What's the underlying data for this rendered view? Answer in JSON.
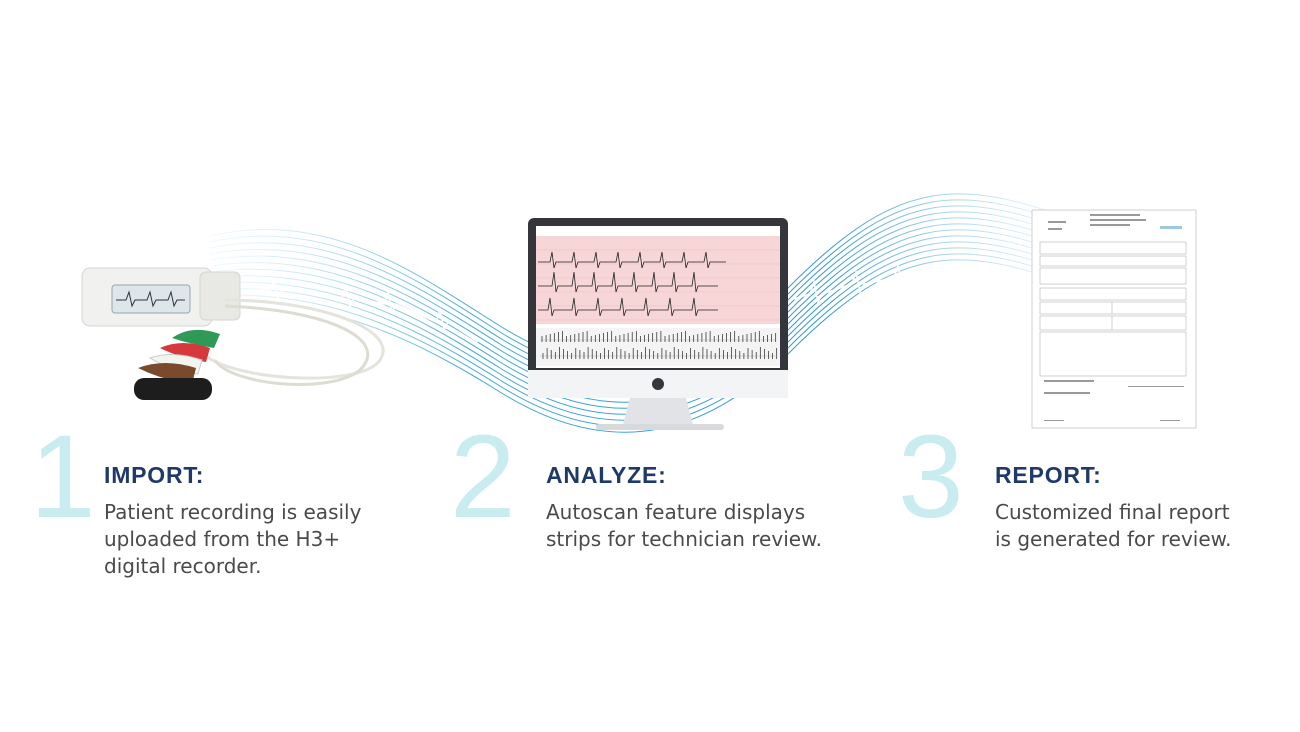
{
  "steps": [
    {
      "number": "1",
      "title": "IMPORT:",
      "lines": [
        "Patient recording is easily",
        "uploaded from the H3+",
        "digital recorder."
      ]
    },
    {
      "number": "2",
      "title": "ANALYZE:",
      "lines": [
        "Autoscan feature displays",
        "strips for technician review."
      ]
    },
    {
      "number": "3",
      "title": "REPORT:",
      "lines": [
        "Customized final report",
        "is generated for review."
      ]
    }
  ],
  "colors": {
    "number": "#c8ecf0",
    "title": "#1f3a68",
    "body": "#4a4a4a",
    "wave": "#2a9fd6",
    "monitor_bezel": "#34363b",
    "ecg_grid": "#f4c9cc"
  }
}
